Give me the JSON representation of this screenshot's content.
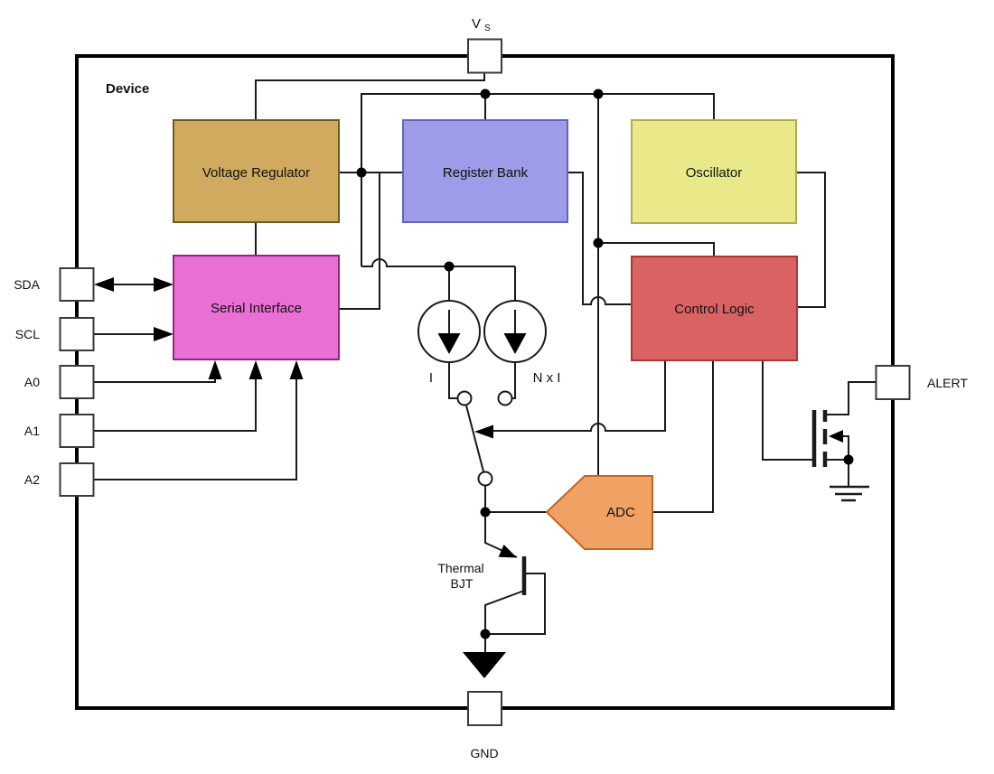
{
  "diagram": {
    "device_label": "Device",
    "blocks": {
      "voltage_regulator": {
        "label": "Voltage Regulator",
        "fill": "#D0AA5F",
        "border": "#6E5B1E"
      },
      "register_bank": {
        "label": "Register Bank",
        "fill": "#9C9CE8",
        "border": "#6565B8"
      },
      "oscillator": {
        "label": "Oscillator",
        "fill": "#E9E98A",
        "border": "#ADAD50"
      },
      "serial_interface": {
        "label": "Serial Interface",
        "fill": "#E96FD4",
        "border": "#93257E"
      },
      "control_logic": {
        "label": "Control Logic",
        "fill": "#D96363",
        "border": "#A93535"
      },
      "adc": {
        "label": "ADC",
        "fill": "#F0A264",
        "border": "#C2641F"
      }
    },
    "pins": {
      "vs_main": "V",
      "vs_sub": "S",
      "gnd": "GND",
      "alert": "ALERT",
      "sda": "SDA",
      "scl": "SCL",
      "a0": "A0",
      "a1": "A1",
      "a2": "A2"
    },
    "labels": {
      "current_source_i": "I",
      "current_source_nxi": "N x I",
      "thermal_line1": "Thermal",
      "thermal_line2": "BJT"
    }
  }
}
